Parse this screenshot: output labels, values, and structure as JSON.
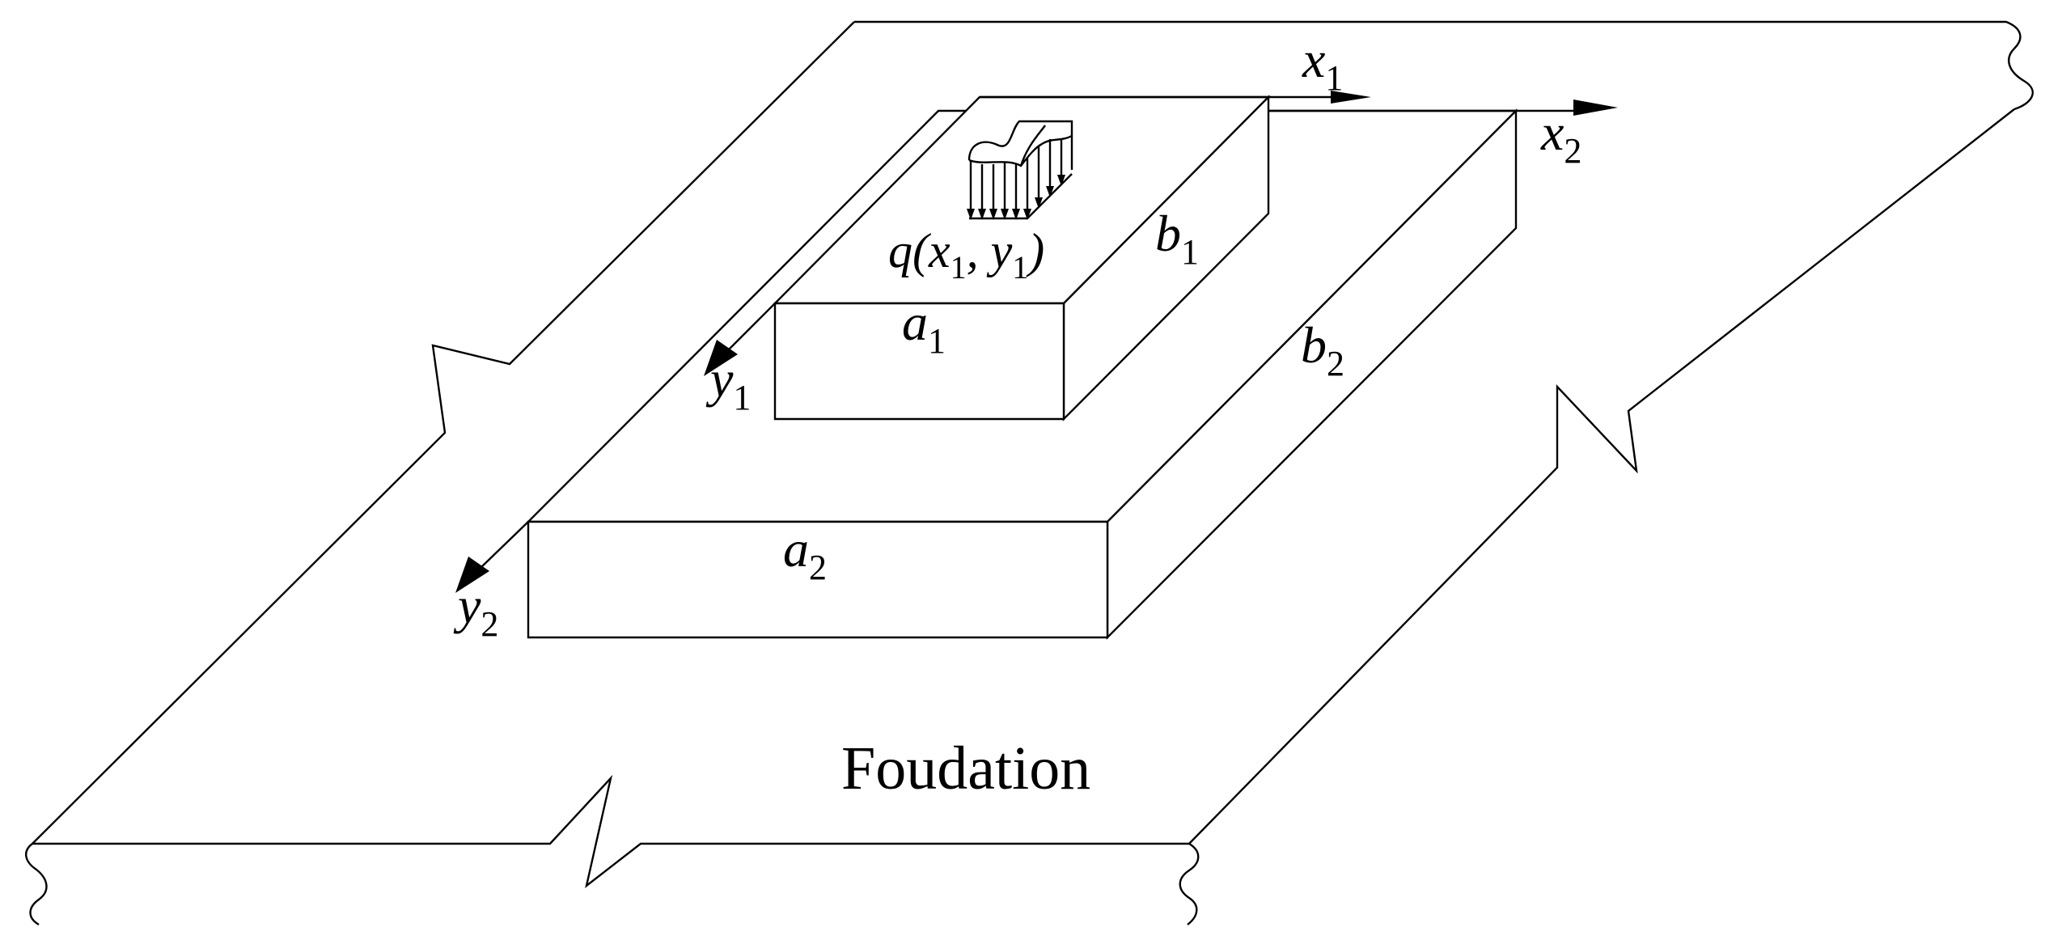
{
  "figure": {
    "foundation_label": "Foudation",
    "load_label": "q(x1, y1)",
    "load_symbol": "q",
    "upper_block": {
      "width_symbol": "a",
      "width_index": "1",
      "depth_symbol": "b",
      "depth_index": "1",
      "x_axis_symbol": "x",
      "x_axis_index": "1",
      "y_axis_symbol": "y",
      "y_axis_index": "1"
    },
    "lower_block": {
      "width_symbol": "a",
      "width_index": "2",
      "depth_symbol": "b",
      "depth_index": "2",
      "x_axis_symbol": "x",
      "x_axis_index": "2",
      "y_axis_symbol": "y",
      "y_axis_index": "2"
    }
  }
}
